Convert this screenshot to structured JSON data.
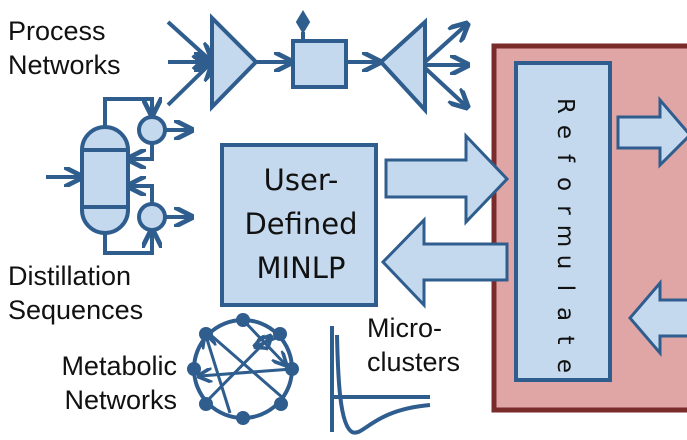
{
  "colors": {
    "stroke": "#2e5d8e",
    "fill_light": "#c5d9ee",
    "red_fill": "#e0a5a5",
    "red_border": "#7a2b2b",
    "text": "#111111"
  },
  "labels": {
    "process_networks": [
      "Process",
      "Networks"
    ],
    "distillation_sequences": [
      "Distillation",
      "Sequences"
    ],
    "metabolic_networks": [
      "Metabolic",
      "Networks"
    ],
    "microclusters": [
      "Micro-",
      "clusters"
    ]
  },
  "center_box": {
    "lines": [
      "User-",
      "Defined",
      "MINLP"
    ]
  },
  "reformulate_box": {
    "label": "Reformulate"
  },
  "icons": [
    "process-network-icon",
    "distillation-column-icon",
    "metabolic-network-icon",
    "microcluster-potential-icon",
    "arrow-right-icon",
    "arrow-left-icon"
  ]
}
